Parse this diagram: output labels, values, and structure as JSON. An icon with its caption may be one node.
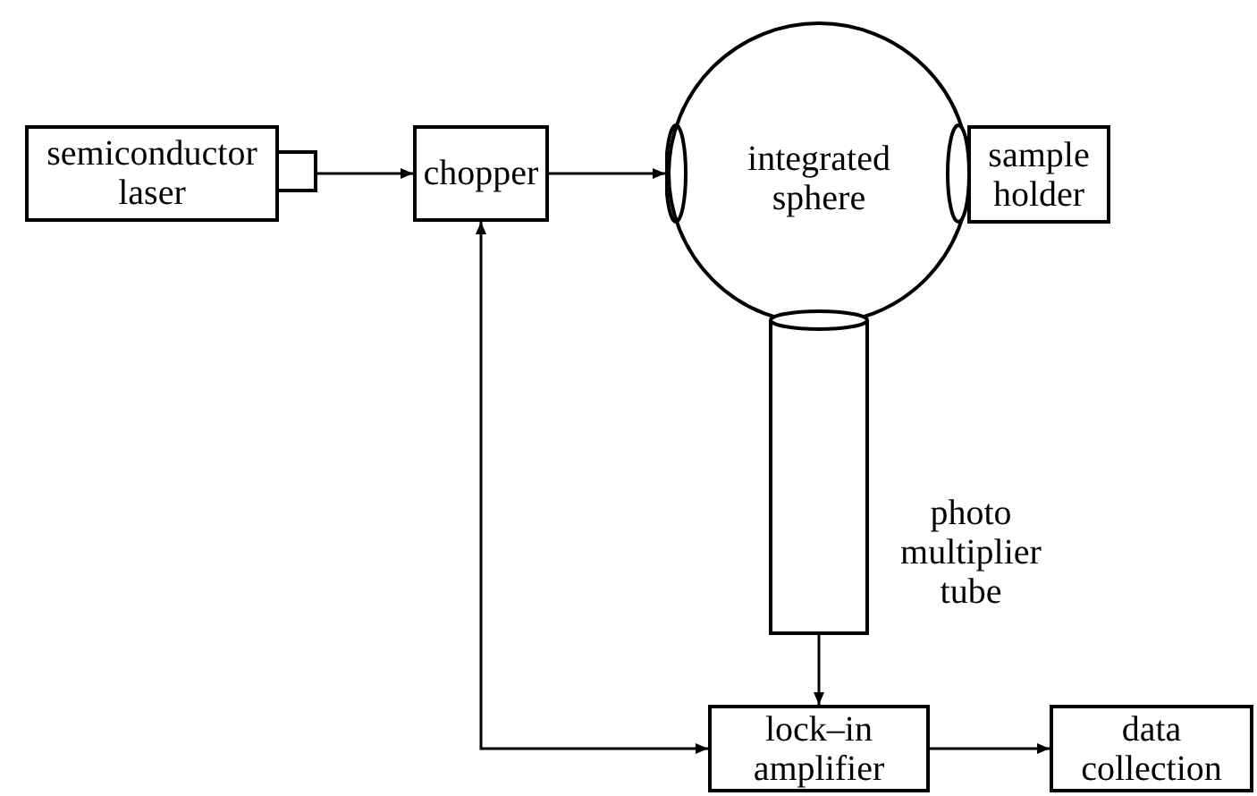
{
  "diagram": {
    "nodes": [
      {
        "text": [
          "semiconductor laser"
        ]
      },
      {
        "text": [
          "chopper"
        ]
      },
      {
        "text": [
          "integrated sphere"
        ]
      },
      {
        "text": [
          "sample holder"
        ]
      },
      {
        "text": [],
        "shape": "cylinder",
        "beside": [
          "photo multiplier tube"
        ]
      },
      {
        "text": [
          "lock–in amplifier"
        ]
      },
      {
        "text": [
          "data collection"
        ]
      }
    ],
    "edges": [
      {
        "from": 0,
        "to": 1,
        "arrow": "to"
      },
      {
        "from": 1,
        "to": 2,
        "arrow": "to"
      },
      {
        "from": 4,
        "to": 5,
        "arrow": "to"
      },
      {
        "from": 1,
        "to": 5,
        "arrow": "both"
      },
      {
        "from": 5,
        "to": 6,
        "arrow": "to"
      }
    ]
  }
}
